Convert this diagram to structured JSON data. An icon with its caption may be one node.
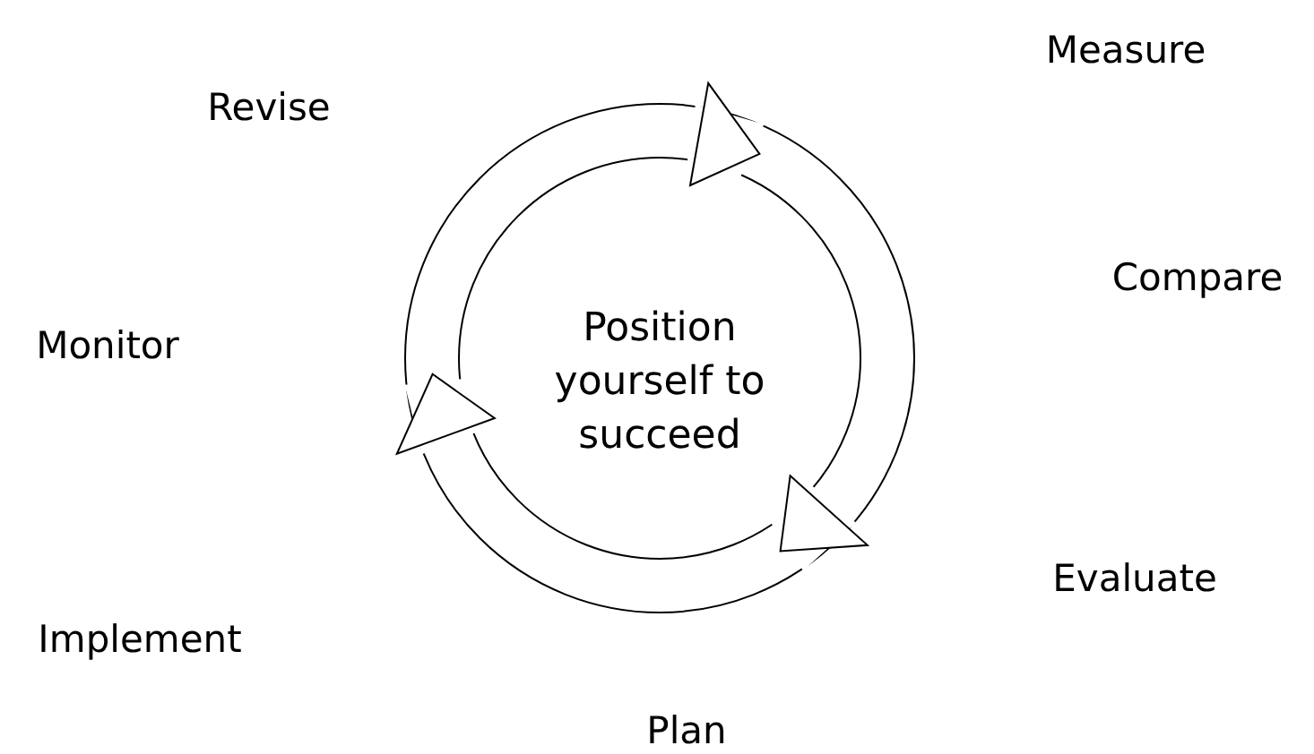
{
  "diagram": {
    "nodes": [
      {
        "text": [
          "Position yourself to succeed"
        ]
      }
    ],
    "labels": [
      "Measure",
      "Revise",
      "Compare",
      "Monitor",
      "Evaluate",
      "Implement",
      "Plan"
    ]
  }
}
